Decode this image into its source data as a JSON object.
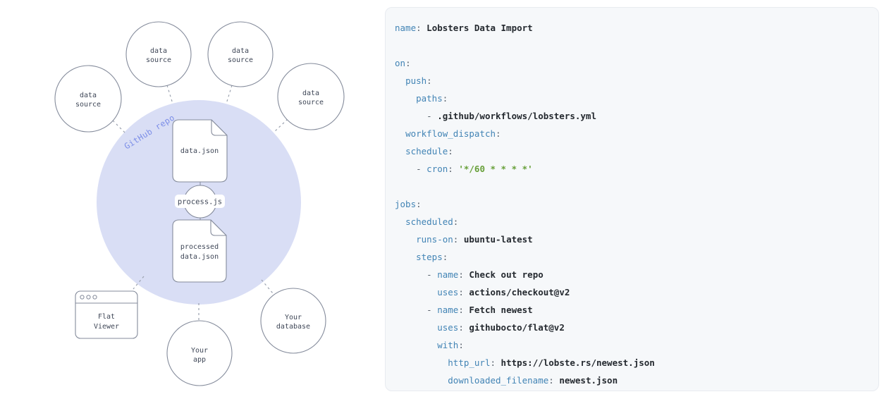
{
  "diagram": {
    "github_repo_label": "GitHub repo",
    "nodes": {
      "data_source_1": {
        "line1": "data",
        "line2": "source"
      },
      "data_source_2": {
        "line1": "data",
        "line2": "source"
      },
      "data_source_3": {
        "line1": "data",
        "line2": "source"
      },
      "data_source_4": {
        "line1": "data",
        "line2": "source"
      },
      "data_json": {
        "label": "data.json"
      },
      "process_js": {
        "label": "process.js"
      },
      "processed_data_json": {
        "line1": "processed",
        "line2": "data.json"
      },
      "flat_viewer": {
        "line1": "Flat",
        "line2": "Viewer"
      },
      "your_app": {
        "line1": "Your",
        "line2": "app"
      },
      "your_database": {
        "line1": "Your",
        "line2": "database"
      }
    },
    "colors": {
      "repo_circle_fill": "#d9def5",
      "repo_label": "#7c8ee8",
      "node_stroke": "#848b9b",
      "node_text": "#3f4757",
      "connector": "#9aa1af"
    }
  },
  "code_panel": {
    "background": "#f6f8fa",
    "border": "#e8ebf0",
    "syntax_colors": {
      "key": "#4284b5",
      "punct": "#57606a",
      "dash": "#57606a",
      "value": "#24292f",
      "string": "#68a03a",
      "plain": "#24292f"
    },
    "lines": [
      [
        {
          "t": "name",
          "c": "key"
        },
        {
          "t": ":",
          "c": "punct"
        },
        {
          "t": " ",
          "c": "plain"
        },
        {
          "t": "Lobsters Data Import",
          "c": "value"
        }
      ],
      [],
      [
        {
          "t": "on",
          "c": "key"
        },
        {
          "t": ":",
          "c": "punct"
        }
      ],
      [
        {
          "t": "  ",
          "c": "plain"
        },
        {
          "t": "push",
          "c": "key"
        },
        {
          "t": ":",
          "c": "punct"
        }
      ],
      [
        {
          "t": "    ",
          "c": "plain"
        },
        {
          "t": "paths",
          "c": "key"
        },
        {
          "t": ":",
          "c": "punct"
        }
      ],
      [
        {
          "t": "      ",
          "c": "plain"
        },
        {
          "t": "-",
          "c": "dash"
        },
        {
          "t": " ",
          "c": "plain"
        },
        {
          "t": ".github/workflows/lobsters.yml",
          "c": "value"
        }
      ],
      [
        {
          "t": "  ",
          "c": "plain"
        },
        {
          "t": "workflow_dispatch",
          "c": "key"
        },
        {
          "t": ":",
          "c": "punct"
        }
      ],
      [
        {
          "t": "  ",
          "c": "plain"
        },
        {
          "t": "schedule",
          "c": "key"
        },
        {
          "t": ":",
          "c": "punct"
        }
      ],
      [
        {
          "t": "    ",
          "c": "plain"
        },
        {
          "t": "-",
          "c": "dash"
        },
        {
          "t": " ",
          "c": "plain"
        },
        {
          "t": "cron",
          "c": "key"
        },
        {
          "t": ":",
          "c": "punct"
        },
        {
          "t": " ",
          "c": "plain"
        },
        {
          "t": "'*/60 * * * *'",
          "c": "string"
        }
      ],
      [],
      [
        {
          "t": "jobs",
          "c": "key"
        },
        {
          "t": ":",
          "c": "punct"
        }
      ],
      [
        {
          "t": "  ",
          "c": "plain"
        },
        {
          "t": "scheduled",
          "c": "key"
        },
        {
          "t": ":",
          "c": "punct"
        }
      ],
      [
        {
          "t": "    ",
          "c": "plain"
        },
        {
          "t": "runs-on",
          "c": "key"
        },
        {
          "t": ":",
          "c": "punct"
        },
        {
          "t": " ",
          "c": "plain"
        },
        {
          "t": "ubuntu-latest",
          "c": "value"
        }
      ],
      [
        {
          "t": "    ",
          "c": "plain"
        },
        {
          "t": "steps",
          "c": "key"
        },
        {
          "t": ":",
          "c": "punct"
        }
      ],
      [
        {
          "t": "      ",
          "c": "plain"
        },
        {
          "t": "-",
          "c": "dash"
        },
        {
          "t": " ",
          "c": "plain"
        },
        {
          "t": "name",
          "c": "key"
        },
        {
          "t": ":",
          "c": "punct"
        },
        {
          "t": " ",
          "c": "plain"
        },
        {
          "t": "Check out repo",
          "c": "value"
        }
      ],
      [
        {
          "t": "        ",
          "c": "plain"
        },
        {
          "t": "uses",
          "c": "key"
        },
        {
          "t": ":",
          "c": "punct"
        },
        {
          "t": " ",
          "c": "plain"
        },
        {
          "t": "actions/checkout@v2",
          "c": "value"
        }
      ],
      [
        {
          "t": "      ",
          "c": "plain"
        },
        {
          "t": "-",
          "c": "dash"
        },
        {
          "t": " ",
          "c": "plain"
        },
        {
          "t": "name",
          "c": "key"
        },
        {
          "t": ":",
          "c": "punct"
        },
        {
          "t": " ",
          "c": "plain"
        },
        {
          "t": "Fetch newest",
          "c": "value"
        }
      ],
      [
        {
          "t": "        ",
          "c": "plain"
        },
        {
          "t": "uses",
          "c": "key"
        },
        {
          "t": ":",
          "c": "punct"
        },
        {
          "t": " ",
          "c": "plain"
        },
        {
          "t": "githubocto/flat@v2",
          "c": "value"
        }
      ],
      [
        {
          "t": "        ",
          "c": "plain"
        },
        {
          "t": "with",
          "c": "key"
        },
        {
          "t": ":",
          "c": "punct"
        }
      ],
      [
        {
          "t": "          ",
          "c": "plain"
        },
        {
          "t": "http_url",
          "c": "key"
        },
        {
          "t": ":",
          "c": "punct"
        },
        {
          "t": " ",
          "c": "plain"
        },
        {
          "t": "https://lobste.rs/newest.json",
          "c": "value"
        }
      ],
      [
        {
          "t": "          ",
          "c": "plain"
        },
        {
          "t": "downloaded_filename",
          "c": "key"
        },
        {
          "t": ":",
          "c": "punct"
        },
        {
          "t": " ",
          "c": "plain"
        },
        {
          "t": "newest.json",
          "c": "value"
        }
      ]
    ]
  }
}
